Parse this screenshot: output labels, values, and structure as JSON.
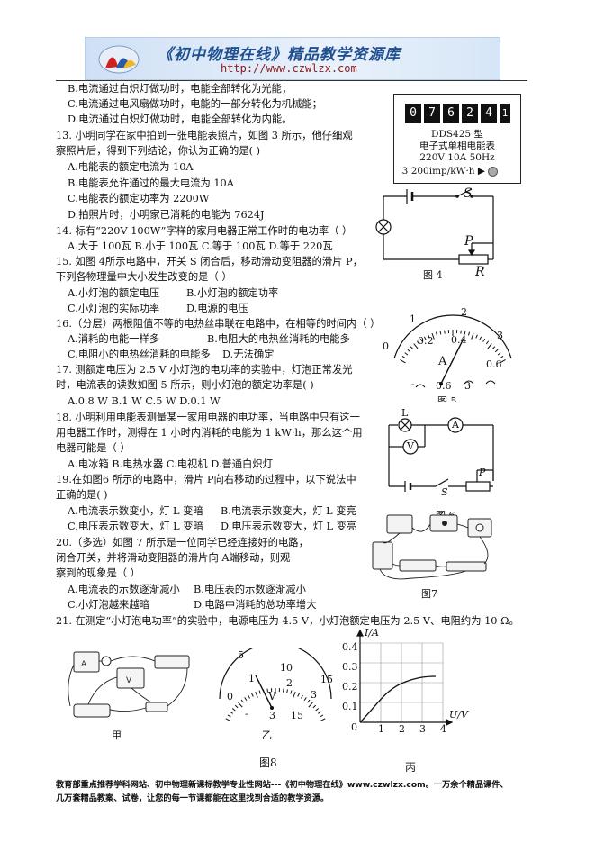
{
  "banner": {
    "title": "《初中物理在线》精品教学资源库",
    "url": "http://www.czwlzx.com"
  },
  "lines": {
    "l1": "B.电流通过白炽灯做功时，电能全部转化为光能；",
    "l2": "C.电流通过电风扇做功时，电能的一部分转化为机械能；",
    "l3": "D.电流通过白炽灯做功时，电能全部转化为内能。",
    "q13a": "13. 小明同学在家中拍到一张电能表照片，如图 3 所示，他仔细观",
    "q13b": "察照片后，得到下列结论，你认为正确的是(      )",
    "q13A": "A.电能表的额定电流为 10A",
    "q13B": "B.电能表允许通过的最大电流为 10A",
    "q13C": "C.电能表的额定功率为 2200W",
    "q13D": "D.拍照片时，小明家已消耗的电能为 7624J",
    "q14": "14. 标有“220V 100W”字样的家用电器正常工作时的电功率（        ）",
    "q14opts": "A.大于 100瓦       B.小于 100瓦    C.等于 100瓦        D.等于 220瓦",
    "q15a": "15. 如图 4所示电路中，开关 S 闭合后，移动滑动变阻器的滑片 P，",
    "q15b": "下列各物理量中大小发生改变的是（        ）",
    "q15A": "A.小灯泡的额定电压",
    "q15B": "B.小灯泡的额定功率",
    "q15C": "C.小灯泡的实际功率",
    "q15D": "D.电源的电压",
    "q16": "16.（分层）两根阻值不等的电热丝串联在电路中，在相等的时间内（      ）",
    "q16A": "A.消耗的电能一样多",
    "q16B": "B.电阻大的电热丝消耗的电能多",
    "q16C": "C.电阻小的电热丝消耗的电能多",
    "q16D": "D.无法确定",
    "q17a": "17. 测额定电压为 2.5 V 小灯泡的电功率的实验中，灯泡正常发光",
    "q17b": "时，电流表的读数如图 5 所示，则小灯泡的额定功率是(        )",
    "q17opts": "A.0.8 W                B.1 W                C.5 W                D.0.1 W",
    "q18a": "18. 小明利用电能表测量某一家用电器的电功率，当电路中只有这一",
    "q18b": "用电器工作时，测得在 1 小时内消耗的电能为 1 kW·h，那么这个用",
    "q18c": "电器可能是（      ）",
    "q18opts": "A.电冰箱 B.电热水器 C.电视机                  D.普通白炽灯",
    "q19a": "19.在如图6 所示的电路中，滑片 P向右移动的过程中，以下说法中",
    "q19b": "正确的是(      )",
    "q19A": "A.电流表示数变小，灯 L 变暗",
    "q19B": "B.电流表示数变大，灯 L 变亮",
    "q19C": "C.电压表示数变大，灯 L 变暗",
    "q19D": "D.电压表示数变大，灯 L 变亮",
    "q20a": "20.（多选）如图 7 所示是一位同学已经连接好的电路，",
    "q20b": "闭合开关，并将滑动变阻器的滑片向 A端移动，则观",
    "q20c": "察到的现象是（    ）",
    "q20A": "A.电流表的示数逐渐减小",
    "q20B": "B.电压表的示数逐渐减小",
    "q20C": "C.小灯泡越来越暗",
    "q20D": "D.电路中消耗的总功率增大",
    "q21": "21. 在测定“小灯泡电功率”的实验中，电源电压为 4.5 V，小灯泡额定电压为 2.5 V、电阻约为 10 Ω。"
  },
  "meter": {
    "digits": [
      "0",
      "7",
      "6",
      "2",
      "4",
      "1"
    ],
    "model": "DDS425 型",
    "name": "电子式单相电能表",
    "rating": "220V  10A  50Hz",
    "imp": "3 200imp/kW·h"
  },
  "fig4": {
    "caption": "图 4",
    "S": "S",
    "P": "P",
    "R": "R"
  },
  "fig5": {
    "caption": "图 5",
    "unit": "A",
    "outer_ticks": [
      "1",
      "2",
      "3"
    ],
    "inner_ticks": [
      "0",
      "0.2",
      "0.4",
      "0.6"
    ],
    "terminals": [
      "0.6",
      "3"
    ],
    "minus": "-"
  },
  "fig6": {
    "caption": "图 6",
    "L": "L",
    "A": "A",
    "V": "V",
    "S": "S",
    "P": "P"
  },
  "fig7": {
    "caption": "图7"
  },
  "fig8": {
    "caption": "图8",
    "jia": "甲",
    "yi": "乙",
    "bing": "丙",
    "volt_outer": [
      "5",
      "10",
      "15"
    ],
    "volt_inner": [
      "0",
      "1",
      "2",
      "3"
    ],
    "volt_unit": "V",
    "volt_terminals": [
      "3",
      "15"
    ],
    "minus": "-"
  },
  "graph": {
    "ylabel": "I/A",
    "xlabel": "U/V",
    "yticks": [
      "0.4",
      "0.3",
      "0.2",
      "0.1"
    ],
    "xticks": [
      "1",
      "2",
      "3",
      "4"
    ],
    "origin": "0"
  },
  "footer": {
    "line1": "教育部重点推荐学科网站、初中物理新课标教学专业性网站---《初中物理在线》www.czwlzx.com。一万余个精品课件、",
    "line2": "几万套精品教案、试卷，让您的每一节课都能在这里找到合适的教学资源。"
  }
}
